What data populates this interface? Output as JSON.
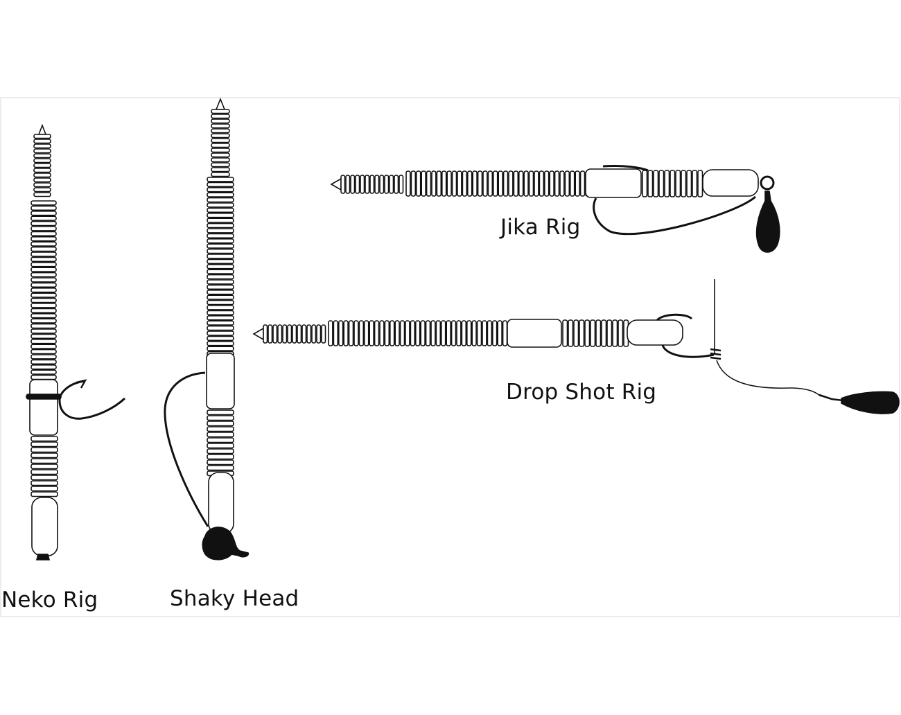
{
  "labels": {
    "neko": "Neko Rig",
    "shaky": "Shaky Head",
    "jika": "Jika Rig",
    "drop": "Drop Shot Rig"
  },
  "colors": {
    "ink": "#111111",
    "frame": "#e6e6e6",
    "background": "#ffffff"
  }
}
